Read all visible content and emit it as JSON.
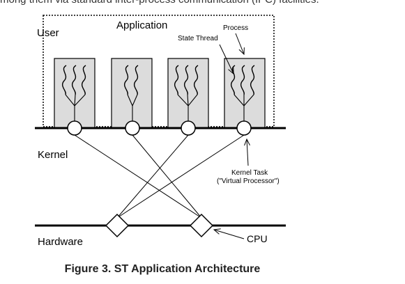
{
  "header_text": "mong them via standard inter-process communication (IPC) facilities.",
  "labels": {
    "user": "User",
    "kernel": "Kernel",
    "hardware": "Hardware",
    "application": "Application",
    "process": "Process",
    "state_thread": "State Thread",
    "kernel_task_line1": "Kernel Task",
    "kernel_task_line2": "(\"Virtual Processor\")",
    "cpu": "CPU"
  },
  "process_count": 4,
  "cpu_count": 2,
  "caption": "Figure 3. ST Application Architecture",
  "colors": {
    "process_fill": "#dcdcdc",
    "stroke": "#000000",
    "caption_text": "#222222"
  }
}
